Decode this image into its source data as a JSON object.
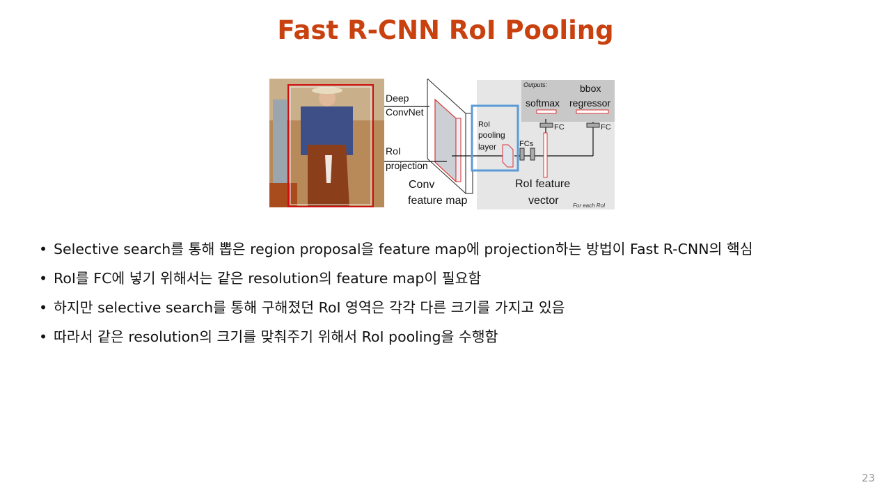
{
  "slide": {
    "title": "Fast R-CNN RoI Pooling",
    "page_number": "23",
    "title_color": "#C8410F"
  },
  "diagram": {
    "labels": {
      "deep": "Deep",
      "convnet": "ConvNet",
      "roi": "RoI",
      "projection": "projection",
      "conv": "Conv",
      "feature_map": "feature map",
      "roi_pool_1": "RoI",
      "roi_pool_2": "pooling",
      "roi_pool_3": "layer",
      "fcs": "FCs",
      "outputs": "Outputs:",
      "softmax": "softmax",
      "bbox": "bbox",
      "regressor": "regressor",
      "fc1": "FC",
      "fc2": "FC",
      "roi_feature": "RoI feature",
      "vector": "vector",
      "for_each_roi": "For each RoI"
    },
    "highlight_color": "#5B9BD5"
  },
  "bullets": [
    "Selective search를 통해 뽑은 region proposal을  feature map에 projection하는 방법이 Fast R-CNN의 핵심",
    "RoI를 FC에 넣기 위해서는 같은 resolution의 feature map이 필요함",
    "하지만 selective search를 통해 구해졌던 RoI 영역은 각각 다른 크기를 가지고 있음",
    "따라서 같은 resolution의 크기를 맞춰주기 위해서 RoI pooling을 수행함"
  ],
  "bullet_symbol": "•"
}
